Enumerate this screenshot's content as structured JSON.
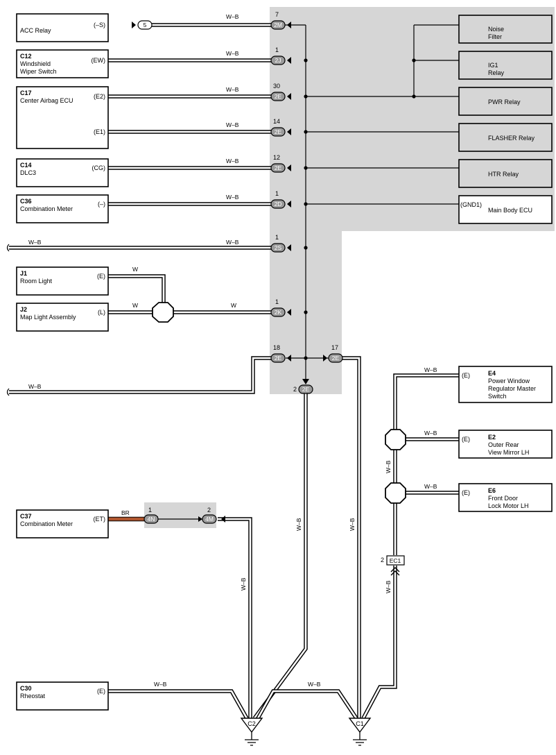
{
  "components": {
    "acc_relay": {
      "name": "ACC Relay",
      "pin": "(–S)"
    },
    "c12": {
      "code": "C12",
      "name1": "Windshield",
      "name2": "Wiper Switch",
      "pin": "(EW)"
    },
    "c17": {
      "code": "C17",
      "name": "Center Airbag ECU",
      "pin1": "(E2)",
      "pin2": "(E1)"
    },
    "c14": {
      "code": "C14",
      "name": "DLC3",
      "pin": "(CG)"
    },
    "c36": {
      "code": "C36",
      "name": "Combination Meter",
      "pin": "(–)"
    },
    "j1": {
      "code": "J1",
      "name": "Room Light",
      "pin": "(E)"
    },
    "j2": {
      "code": "J2",
      "name": "Map Light Assembly",
      "pin": "(L)"
    },
    "c37": {
      "code": "C37",
      "name": "Combination Meter",
      "pin": "(ET)"
    },
    "c30": {
      "code": "C30",
      "name": "Rheostat",
      "pin": "(E)"
    },
    "e4": {
      "code": "E4",
      "name1": "Power Window",
      "name2": "Regulator Master",
      "name3": "Switch",
      "pin": "(E)"
    },
    "e2": {
      "code": "E2",
      "name1": "Outer Rear",
      "name2": "View Mirror LH",
      "pin": "(E)"
    },
    "e6": {
      "code": "E6",
      "name1": "Front Door",
      "name2": "Lock Motor LH",
      "pin": "(E)"
    },
    "noise_filter": {
      "name1": "Noise",
      "name2": "Filter"
    },
    "ig1_relay": {
      "name1": "IG1",
      "name2": "Relay"
    },
    "pwr_relay": {
      "name": "PWR Relay"
    },
    "flasher_relay": {
      "name": "FLASHER Relay"
    },
    "htr_relay": {
      "name": "HTR Relay"
    },
    "main_body_ecu": {
      "name": "Main Body ECU",
      "pin": "(GND1)"
    }
  },
  "connectors": {
    "c5": "5",
    "2m": {
      "num": "7",
      "id": "2M"
    },
    "2j": {
      "num": "1",
      "id": "2J"
    },
    "2e_30": {
      "num": "30",
      "id": "2E"
    },
    "2e_14": {
      "num": "14",
      "id": "2E"
    },
    "2e_12": {
      "num": "12",
      "id": "2E"
    },
    "2d": {
      "num": "1",
      "id": "2D"
    },
    "2s": {
      "num": "1",
      "id": "2S"
    },
    "2k": {
      "num": "1",
      "id": "2K"
    },
    "2e_18": {
      "num": "18",
      "id": "2E"
    },
    "2e_17": {
      "num": "17",
      "id": "2E"
    },
    "2e_2": {
      "num": "2",
      "id": "2E"
    },
    "4n": {
      "num": "1",
      "id": "4N"
    },
    "4m": {
      "num": "2",
      "id": "4M"
    },
    "ec1": {
      "num": "2",
      "id": "EC1"
    }
  },
  "wire_labels": {
    "wb": "W–B",
    "w": "W",
    "br": "BR"
  },
  "grounds": {
    "c2": "C2",
    "c1": "C1"
  },
  "colors": {
    "shade": "#d6d6d6",
    "brown_wire": "#b0562e",
    "connector_fill": "#9a9a9a"
  }
}
